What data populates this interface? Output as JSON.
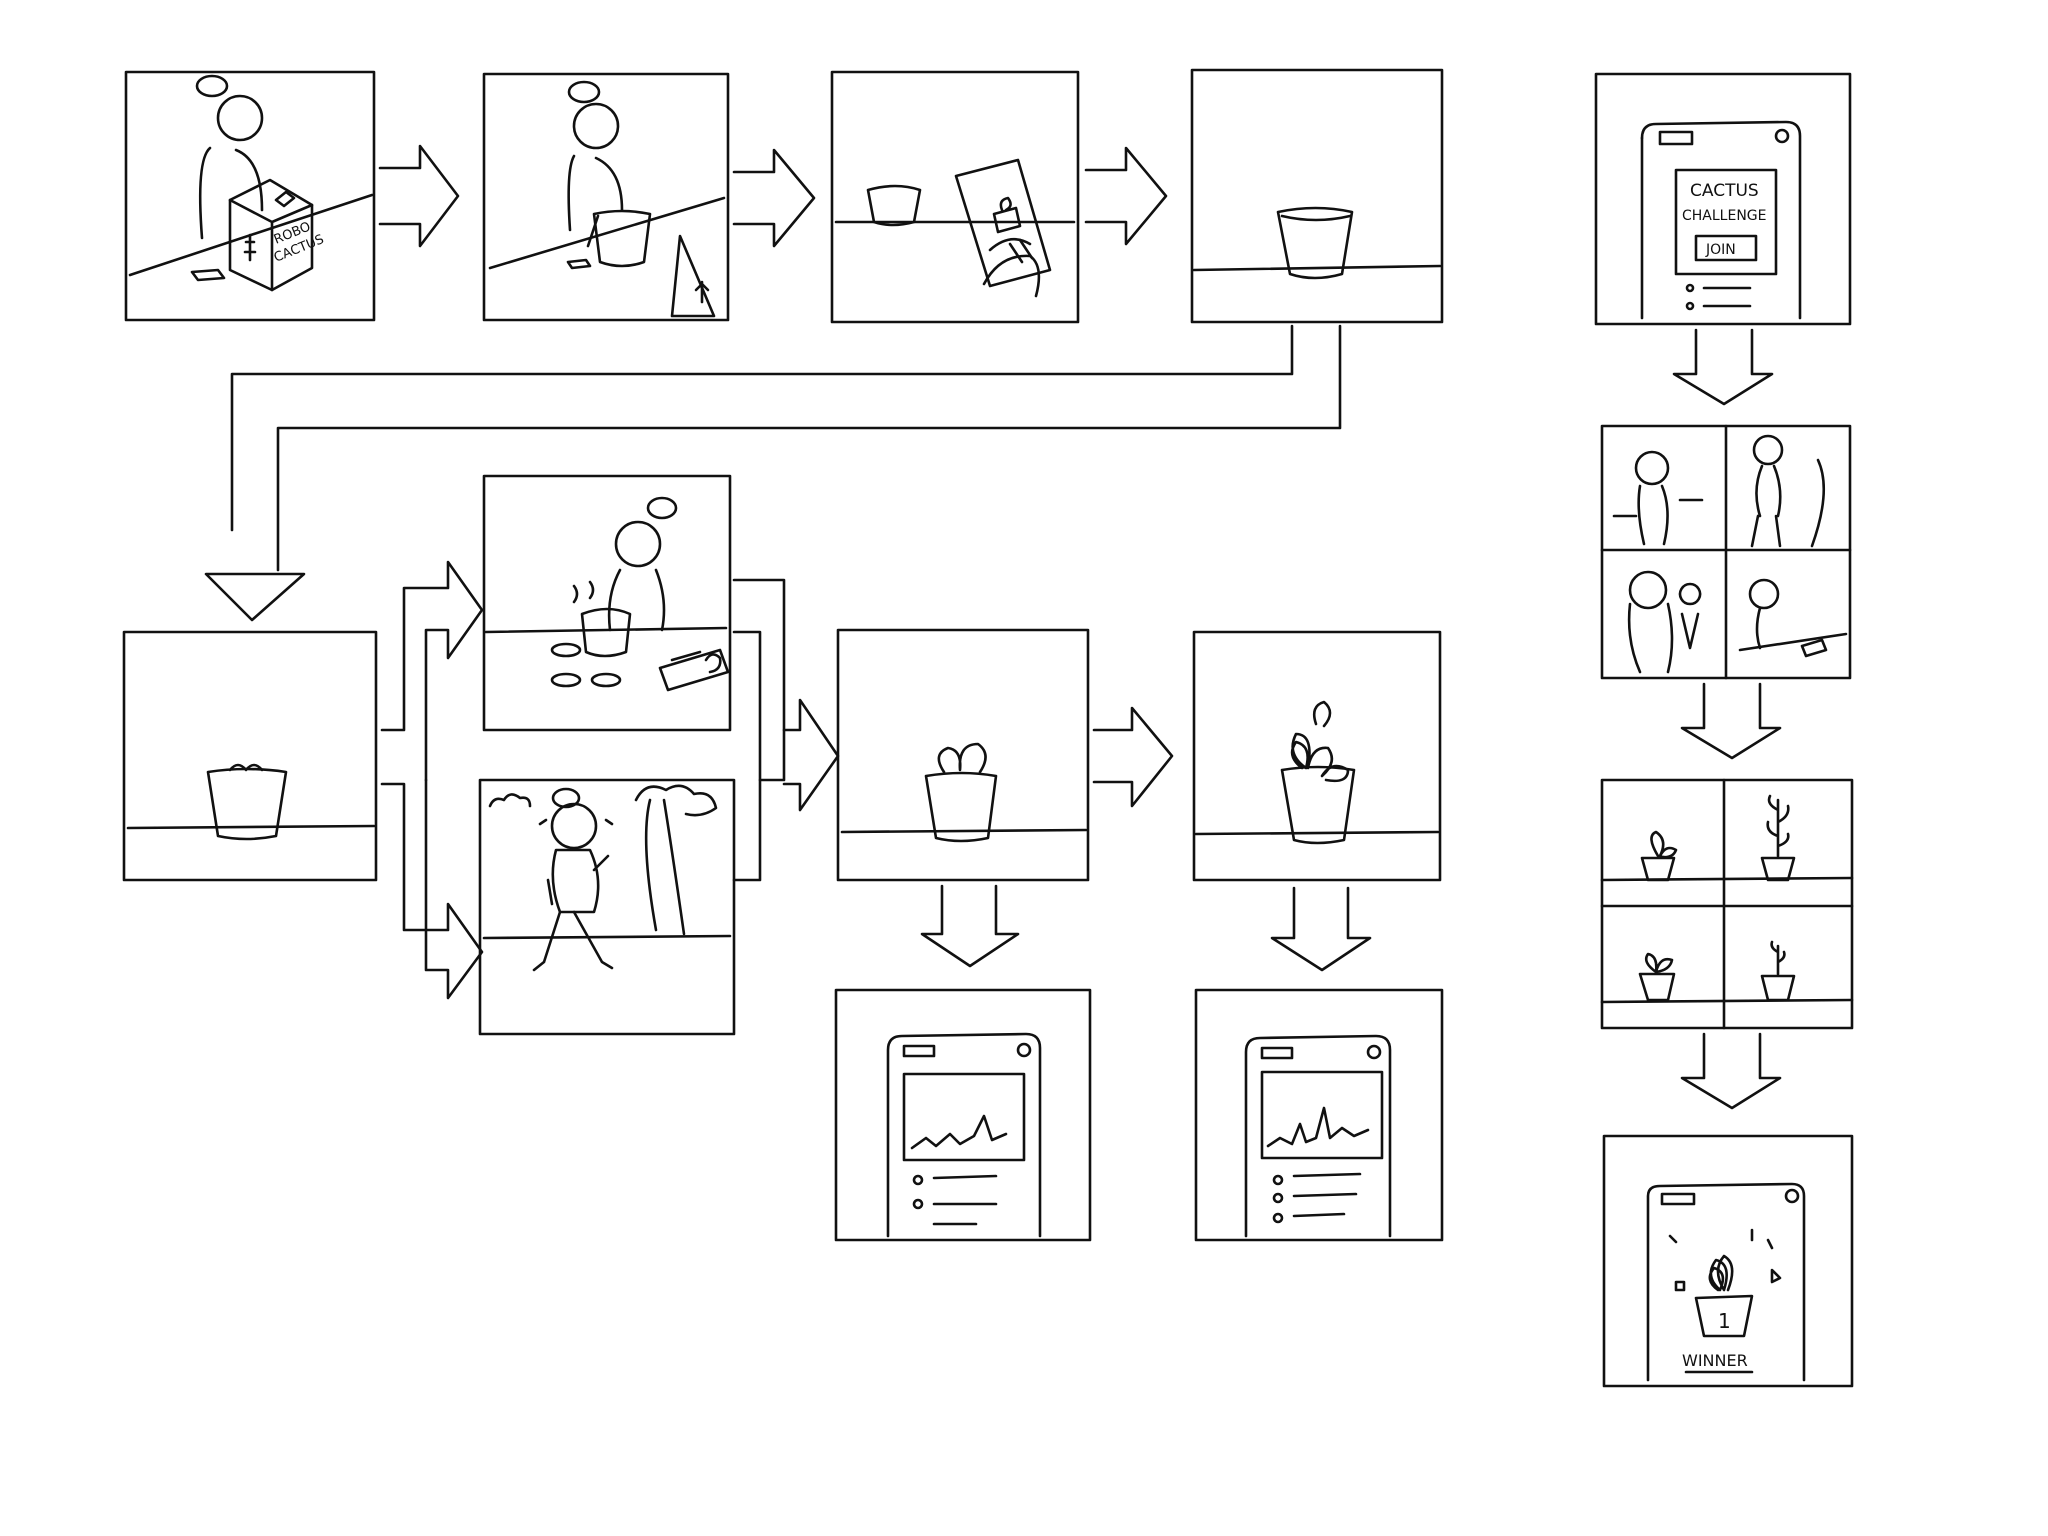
{
  "storyboard": {
    "box_label_line1": "ROBO",
    "box_label_line2": "CACTUS",
    "challenge_title_line1": "CACTUS",
    "challenge_title_line2": "CHALLENGE",
    "join_label": "JOIN",
    "rank_number": "1",
    "winner_label": "WINNER"
  },
  "colors": {
    "ink": "#111111",
    "paper": "#ffffff"
  }
}
